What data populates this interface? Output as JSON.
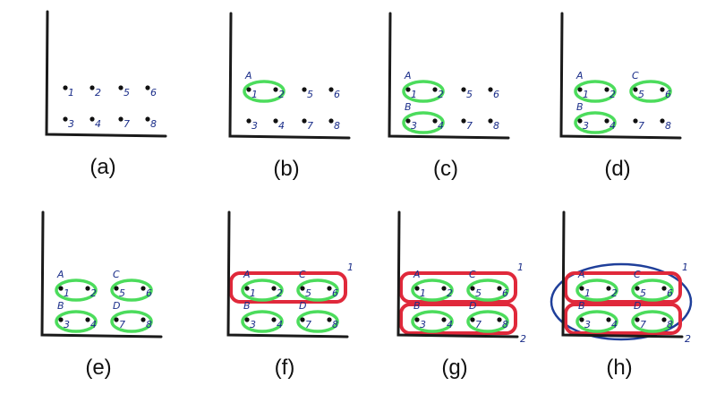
{
  "colors": {
    "axis": "#1a1a1a",
    "point": "#111111",
    "label": "#1c2f8a",
    "level1_cluster": "#4cdc5c",
    "level2_cluster": "#e0293b",
    "level3_cluster": "#1f3f9a"
  },
  "points": {
    "top_row": [
      "1",
      "2",
      "5",
      "6"
    ],
    "bottom_row": [
      "3",
      "4",
      "7",
      "8"
    ]
  },
  "panels": [
    {
      "caption": "(a)",
      "clusters": []
    },
    {
      "caption": "(b)",
      "clusters": [
        "A"
      ]
    },
    {
      "caption": "(c)",
      "clusters": [
        "A",
        "B"
      ]
    },
    {
      "caption": "(d)",
      "clusters": [
        "A",
        "B",
        "C"
      ]
    },
    {
      "caption": "(e)",
      "clusters": [
        "A",
        "B",
        "C",
        "D"
      ]
    },
    {
      "caption": "(f)",
      "clusters": [
        "A",
        "B",
        "C",
        "D",
        "1"
      ]
    },
    {
      "caption": "(g)",
      "clusters": [
        "A",
        "B",
        "C",
        "D",
        "1",
        "2"
      ]
    },
    {
      "caption": "(h)",
      "clusters": [
        "A",
        "B",
        "C",
        "D",
        "1",
        "2",
        "outer"
      ]
    }
  ],
  "cluster_labels": {
    "A": "A",
    "B": "B",
    "C": "C",
    "D": "D",
    "1": "1",
    "2": "2"
  }
}
